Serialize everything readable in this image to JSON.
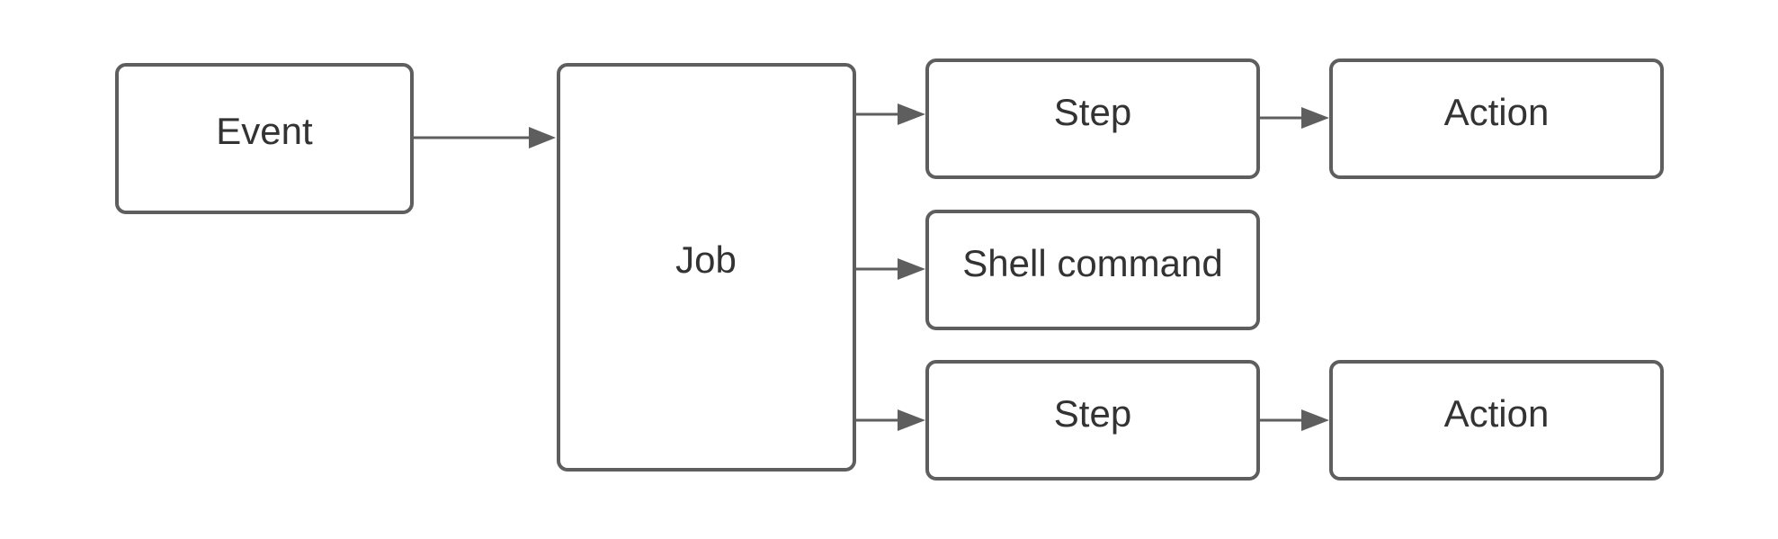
{
  "diagram": {
    "nodes": {
      "event": {
        "label": "Event"
      },
      "job": {
        "label": "Job"
      },
      "step_1": {
        "label": "Step"
      },
      "action_1": {
        "label": "Action"
      },
      "shell_command": {
        "label": "Shell command"
      },
      "step_2": {
        "label": "Step"
      },
      "action_2": {
        "label": "Action"
      }
    },
    "edges": [
      {
        "from": "event",
        "to": "job"
      },
      {
        "from": "job",
        "to": "step_1"
      },
      {
        "from": "step_1",
        "to": "action_1"
      },
      {
        "from": "job",
        "to": "shell_command"
      },
      {
        "from": "job",
        "to": "step_2"
      },
      {
        "from": "step_2",
        "to": "action_2"
      }
    ],
    "colors": {
      "stroke": "#5e5e5e",
      "text": "#333333",
      "background": "#ffffff"
    }
  }
}
